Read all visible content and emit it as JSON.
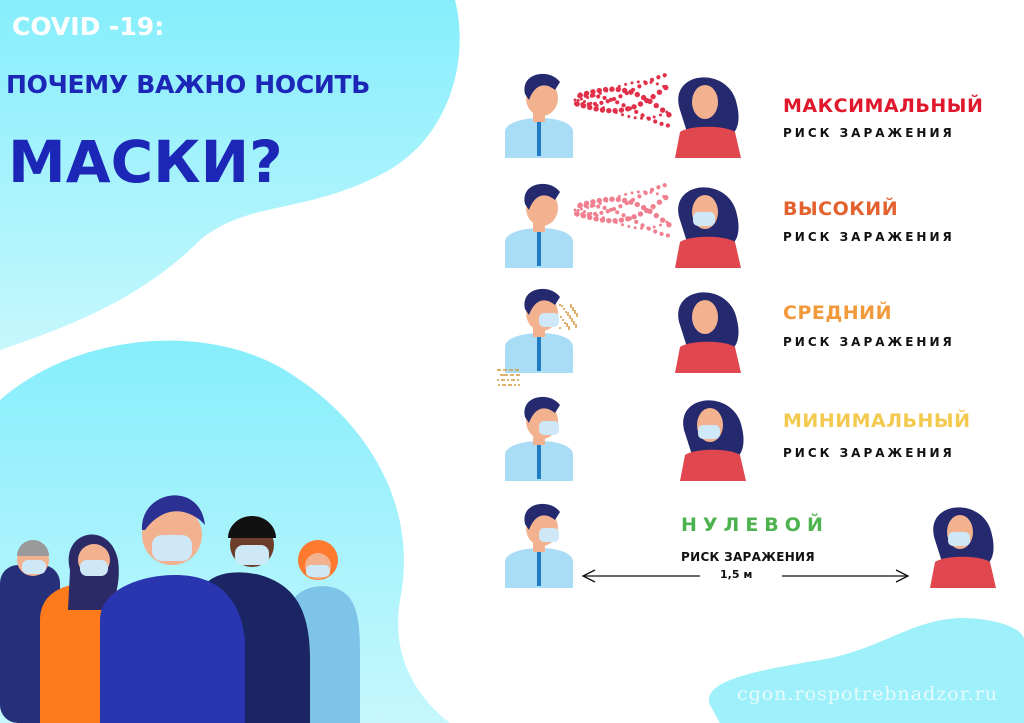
{
  "header": {
    "kicker": "COVID -19:",
    "question_line1": "ПОЧЕМУ ВАЖНО НОСИТЬ",
    "question_line2": "МАСКИ?"
  },
  "rows": [
    {
      "level": "МАКСИМАЛЬНЫЙ",
      "label": "РИСК ЗАРАЖЕНИЯ",
      "color": "#e0182d",
      "man_mask": false,
      "woman_mask": false
    },
    {
      "level": "ВЫСОКИЙ",
      "label": "РИСК ЗАРАЖЕНИЯ",
      "color": "#e3622e",
      "man_mask": false,
      "woman_mask": true
    },
    {
      "level": "СРЕДНИЙ",
      "label": "РИСК ЗАРАЖЕНИЯ",
      "color": "#f2993b",
      "man_mask": true,
      "woman_mask": false
    },
    {
      "level": "МИНИМАЛЬНЫЙ",
      "label": "РИСК ЗАРАЖЕНИЯ",
      "color": "#f3c94f",
      "man_mask": true,
      "woman_mask": true
    },
    {
      "level": "НУЛЕВОЙ",
      "label": "РИСК ЗАРАЖЕНИЯ",
      "color": "#4cb34f",
      "man_mask": true,
      "woman_mask": true,
      "distance": "1,5 м"
    }
  ],
  "watermark": "cgon.rospotrebnadzor.ru",
  "colors": {
    "title_blue": "#1c27b8",
    "background_cyan": "#8ff0fb",
    "shirt_blue": "#a9dcf5",
    "woman_red": "#e0474f",
    "hair_navy": "#252a6e"
  }
}
